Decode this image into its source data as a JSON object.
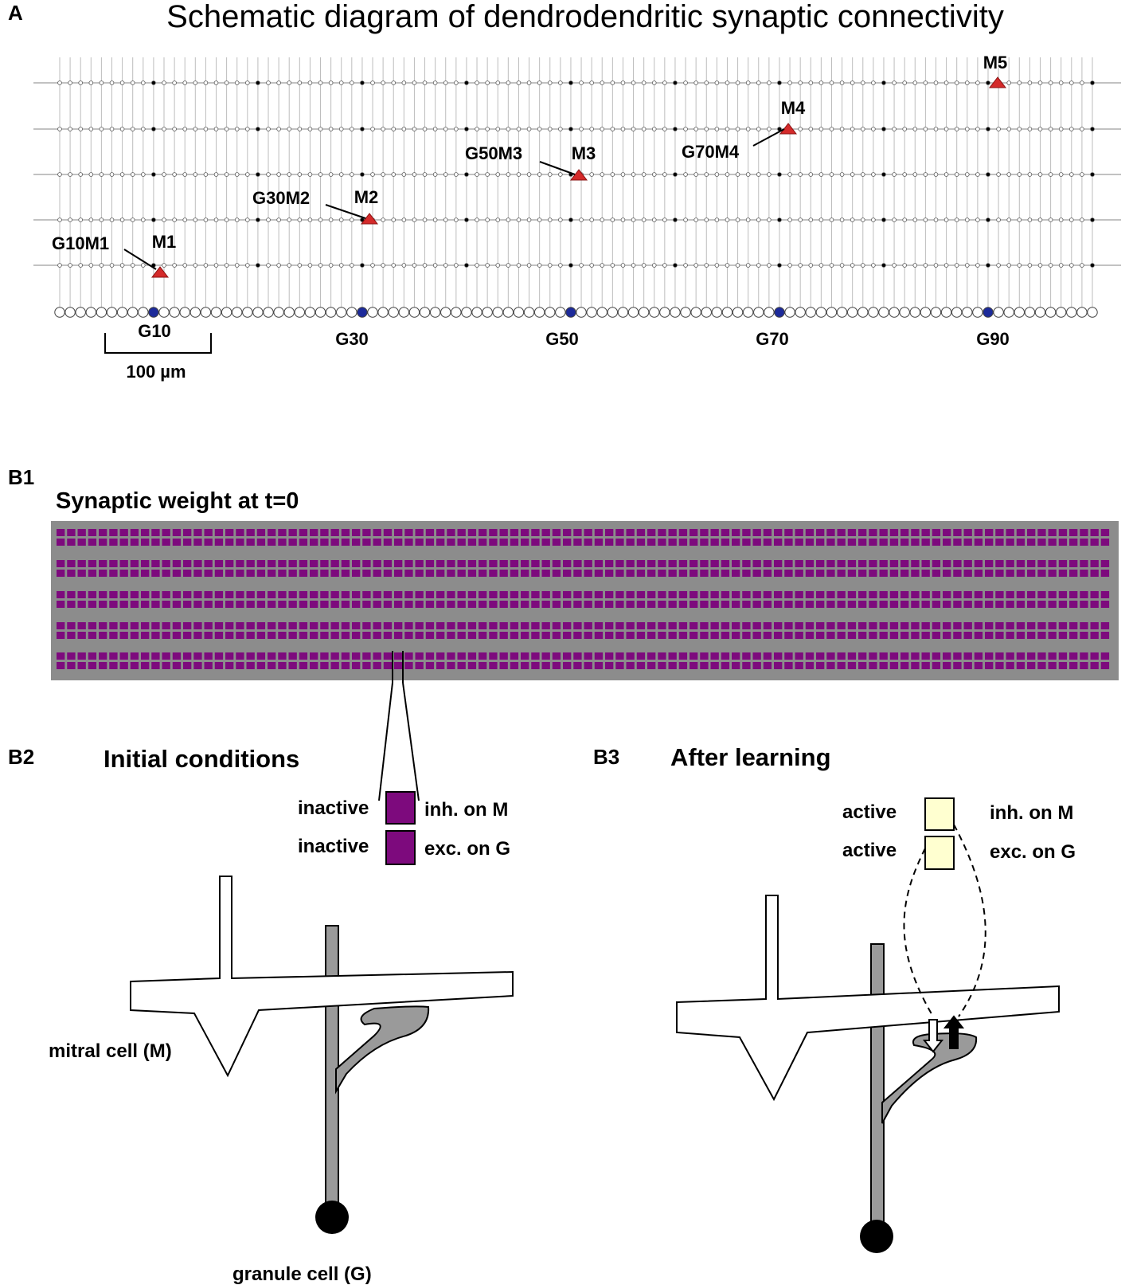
{
  "panelA": {
    "letter": "A",
    "title": "Schematic diagram of dendrodendritic synaptic connectivity",
    "mitral_labels": [
      "M1",
      "M2",
      "M3",
      "M4",
      "M5"
    ],
    "synapse_labels": [
      "G10M1",
      "G30M2",
      "G50M3",
      "G70M4"
    ],
    "granule_labels": [
      "G10",
      "G30",
      "G50",
      "G70",
      "G90"
    ],
    "scale_label": "100 µm",
    "granule_count": 100,
    "highlight_granules": [
      10,
      30,
      50,
      70,
      90
    ],
    "colors": {
      "mitral": "#d42a2a",
      "granule_highlight": "#1c2a9a",
      "line": "#bdbdbd"
    }
  },
  "panelB1": {
    "letter": "B1",
    "title": "Synaptic weight at t=0",
    "rows": 5,
    "cells_per_row": 100,
    "colors": {
      "background": "#8c8c8c",
      "cell": "#7d0a7d"
    }
  },
  "panelB2": {
    "letter": "B2",
    "title": "Initial conditions",
    "row1_state": "inactive",
    "row1_type": "inh. on M",
    "row2_state": "inactive",
    "row2_type": "exc. on G",
    "mitral_label": "mitral cell (M)",
    "granule_label": "granule cell (G)",
    "colors": {
      "box": "#7d0a7d",
      "dendrite": "#9a9a9a"
    }
  },
  "panelB3": {
    "letter": "B3",
    "title": "After learning",
    "row1_state": "active",
    "row1_type": "inh. on M",
    "row2_state": "active",
    "row2_type": "exc. on G",
    "colors": {
      "box": "#ffffd0"
    }
  }
}
